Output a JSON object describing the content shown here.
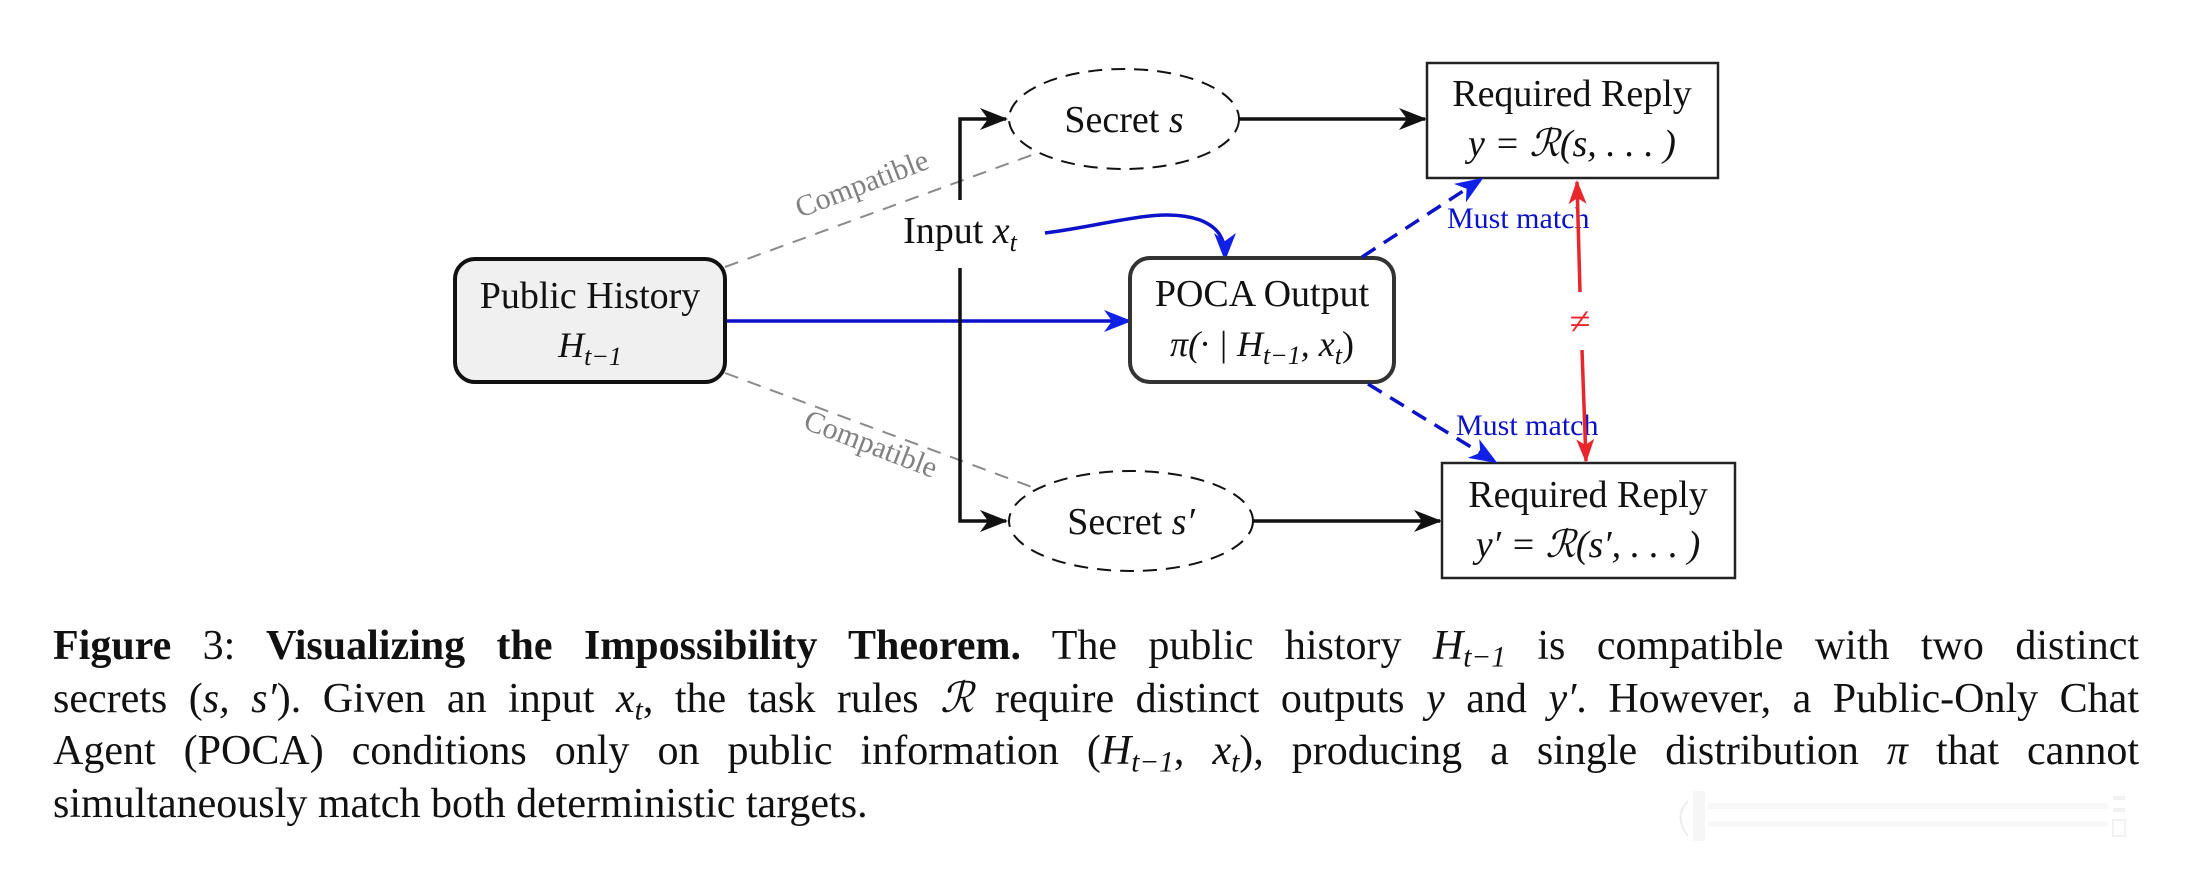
{
  "figure": {
    "nodes": {
      "public_history": {
        "title": "Public History",
        "math": "H",
        "sub": "t−1"
      },
      "input": {
        "title": "Input",
        "math": "x",
        "sub": "t"
      },
      "secret_s": {
        "title": "Secret",
        "math": "s"
      },
      "secret_s_prime": {
        "title": "Secret",
        "math": "s′"
      },
      "poca_output": {
        "title": "POCA Output",
        "math_a": "π(· | H",
        "sub_a": "t−1",
        "math_b": ", x",
        "sub_b": "t",
        "math_c": ")"
      },
      "required_reply_top": {
        "title": "Required Reply",
        "math": "y = ℛ(s, . . . )"
      },
      "required_reply_bottom": {
        "title": "Required Reply",
        "math": "y′ = ℛ(s′, . . . )"
      }
    },
    "edge_labels": {
      "compatible_top": "Compatible",
      "compatible_bottom": "Compatible",
      "must_match_top": "Must match",
      "must_match_bottom": "Must match",
      "not_equal": "≠"
    },
    "colors": {
      "blue": "#0b12c8",
      "red": "#e8262b",
      "gray": "#8a8a8a",
      "box_fill": "#f0f0f0",
      "black": "#111111"
    }
  },
  "caption": {
    "label": "Figure",
    "number": "3:",
    "title": "Visualizing the Impossibility Theorem.",
    "lines": [
      {
        "parts": [
          " The public history ",
          "H",
          "t−1",
          " is compatible with two distinct"
        ]
      },
      {
        "parts": [
          "secrets (",
          "s, s′",
          "). Given an input ",
          "x",
          "t",
          ", the task rules ",
          "ℛ",
          " require distinct outputs ",
          "y",
          " and ",
          "y′",
          ". However, a Public-Only Chat"
        ]
      },
      {
        "parts": [
          "Agent (POCA) conditions only on public information (",
          "H",
          "t−1",
          ", ",
          "x",
          "t",
          "), producing a single distribution ",
          "π",
          " that cannot"
        ]
      },
      {
        "parts": [
          "simultaneously match both deterministic targets."
        ]
      }
    ]
  }
}
